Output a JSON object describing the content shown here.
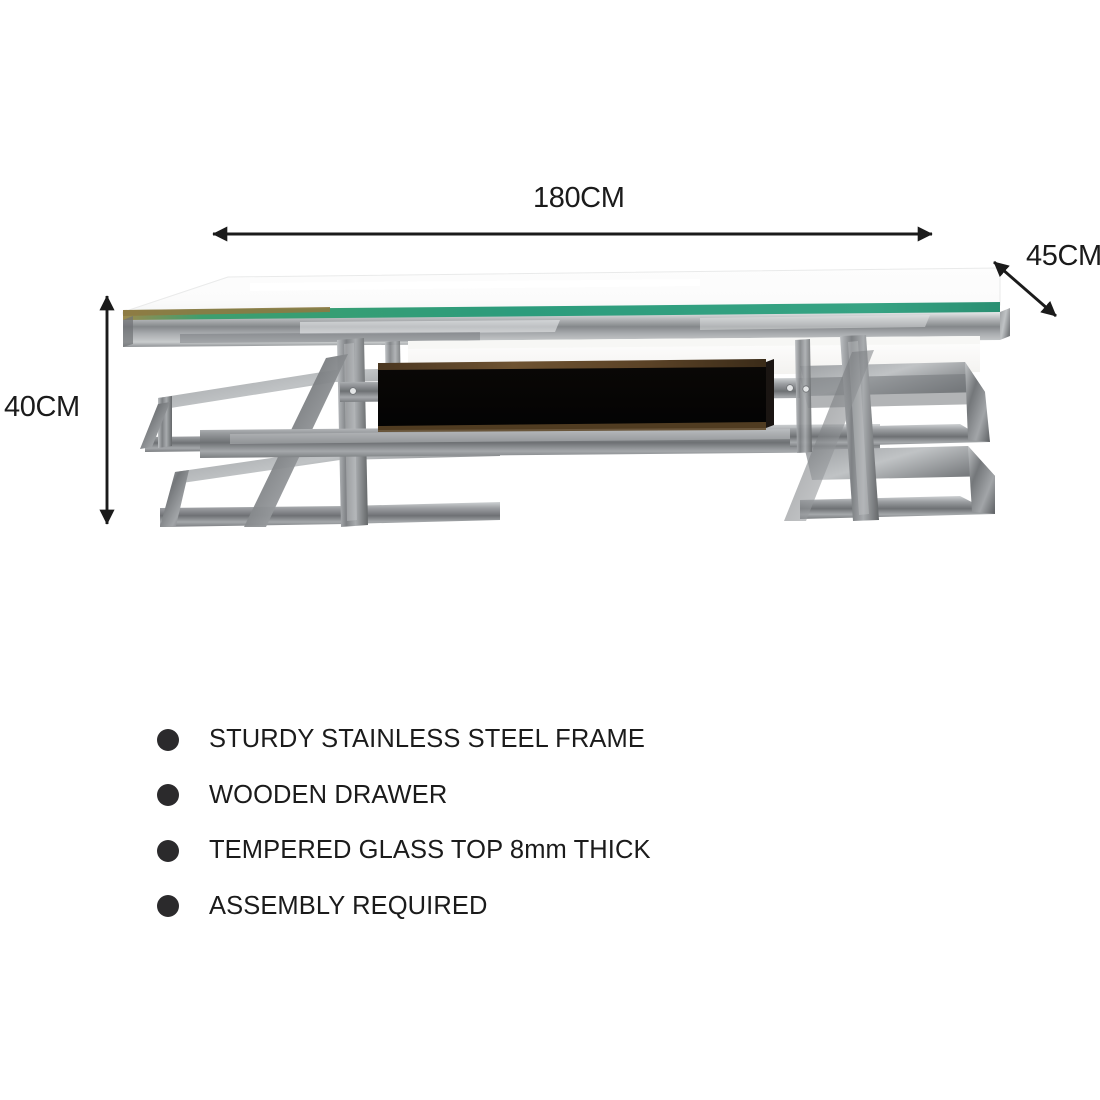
{
  "product": {
    "type": "rectangular-coffee-table",
    "top_material": "tempered-glass",
    "frame_material": "stainless-steel",
    "drawer_color": "#050505",
    "glass_edge_color": "#2f9c78",
    "chrome_light": "#d2d5d7",
    "chrome_mid": "#9a9da0",
    "chrome_dark": "#56595c"
  },
  "dimensions": {
    "width": {
      "label": "180CM",
      "value": 180,
      "unit": "CM",
      "orientation": "horizontal"
    },
    "depth": {
      "label": "45CM",
      "value": 45,
      "unit": "CM",
      "orientation": "diagonal"
    },
    "height": {
      "label": "40CM",
      "value": 40,
      "unit": "CM",
      "orientation": "vertical"
    }
  },
  "features": [
    {
      "text": "STURDY STAINLESS STEEL FRAME"
    },
    {
      "text": "WOODEN DRAWER"
    },
    {
      "text": "TEMPERED GLASS TOP 8mm THICK"
    },
    {
      "text": "ASSEMBLY REQUIRED"
    }
  ],
  "style": {
    "background": "#ffffff",
    "text_color": "#1b1b1b",
    "bullet_color": "#2b2a2c",
    "arrow_color": "#1b1b1b"
  }
}
